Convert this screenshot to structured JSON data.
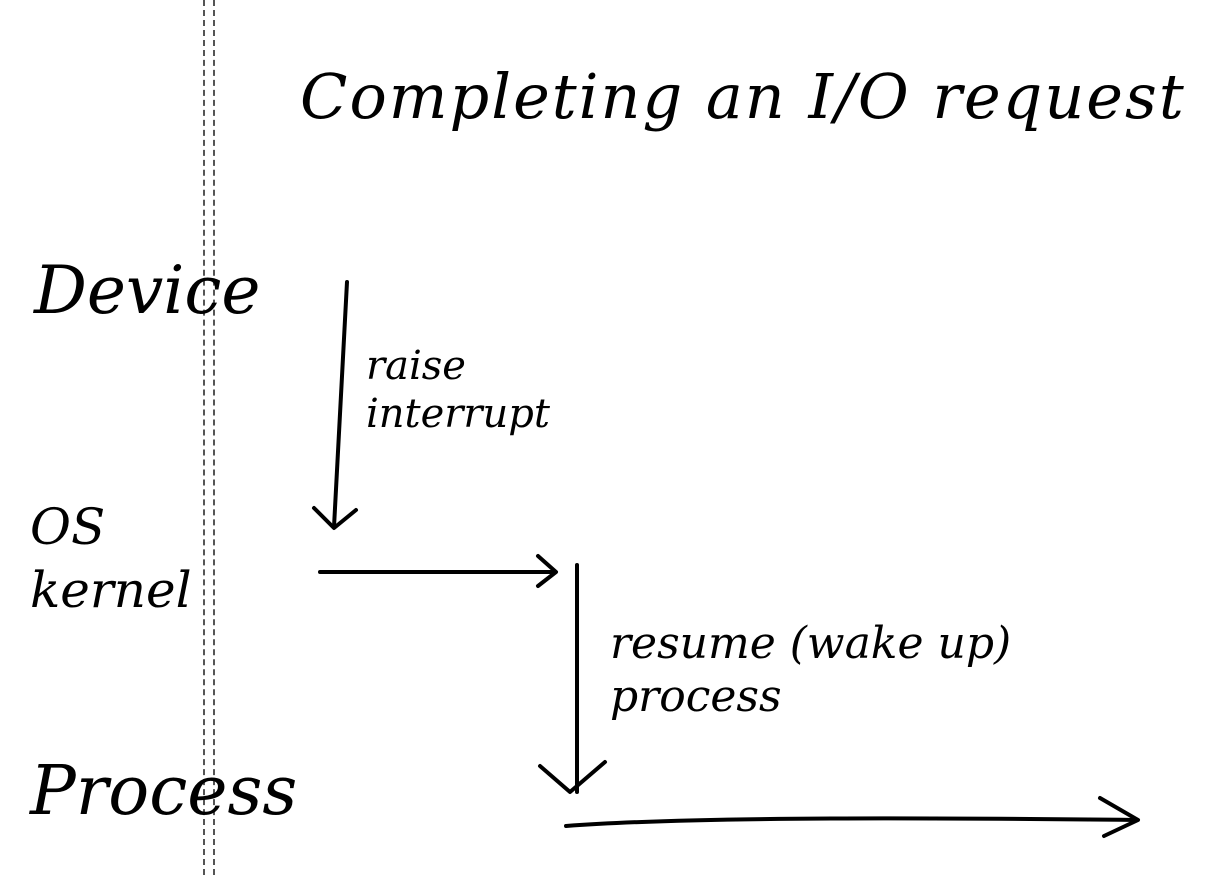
{
  "title": "Completing an I/O request",
  "lanes": {
    "device": "Device",
    "kernel": "OS kernel",
    "process": "Process"
  },
  "annotations": {
    "interrupt": "raise interrupt",
    "resume": "resume (wake up) process"
  }
}
